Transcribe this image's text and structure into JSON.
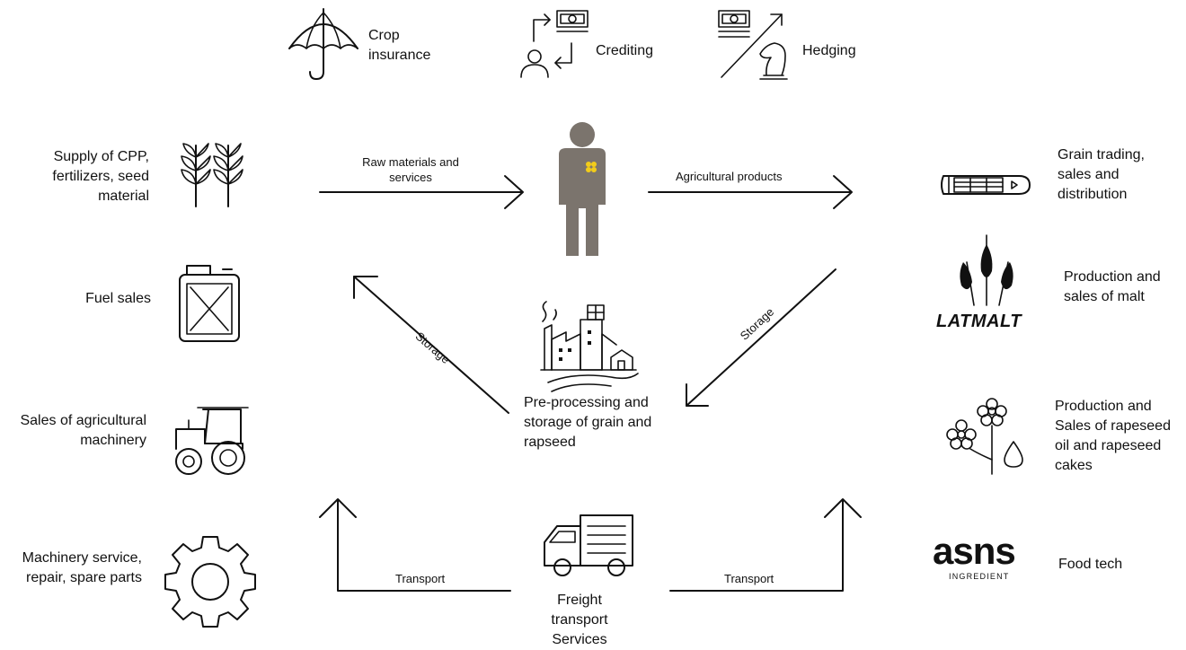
{
  "top": {
    "crop_insurance": "Crop\ninsurance",
    "crediting": "Crediting",
    "hedging": "Hedging"
  },
  "left": {
    "supply": "Supply of CPP,\nfertilizers, seed\nmaterial",
    "fuel": "Fuel sales",
    "machinery_sales": "Sales of agricultural\nmachinery",
    "machinery_service": "Machinery service,\nrepair, spare parts"
  },
  "right": {
    "grain_trading": "Grain trading,\nsales and\ndistribution",
    "malt": "Production and\nsales of malt",
    "malt_logo": "LATMALT",
    "rapeseed": "Production and\nSales of rapeseed\noil and rapeseed\ncakes",
    "food_tech": "Food tech",
    "asns_logo": "asns",
    "asns_sub": "INGREDIENT"
  },
  "center": {
    "preprocessing": "Pre-processing and\nstorage of grain and\nrapseed",
    "freight": "Freight\ntransport\nServices"
  },
  "arrows": {
    "raw_materials": "Raw materials and\nservices",
    "agri_products": "Agricultural products",
    "storage_left": "Storage",
    "storage_right": "Storage",
    "transport_left": "Transport",
    "transport_right": "Transport"
  },
  "colors": {
    "farmer": "#7b746d",
    "badge": "#f2cc1a",
    "ink": "#111111"
  },
  "icons": [
    "umbrella-icon",
    "crediting-icon",
    "hedging-icon",
    "wheat-icon",
    "fuel-canister-icon",
    "tractor-icon",
    "gear-icon",
    "farmer-icon",
    "factory-icon",
    "truck-icon",
    "ship-icon",
    "malt-wheat-icon",
    "flower-oil-icon"
  ]
}
